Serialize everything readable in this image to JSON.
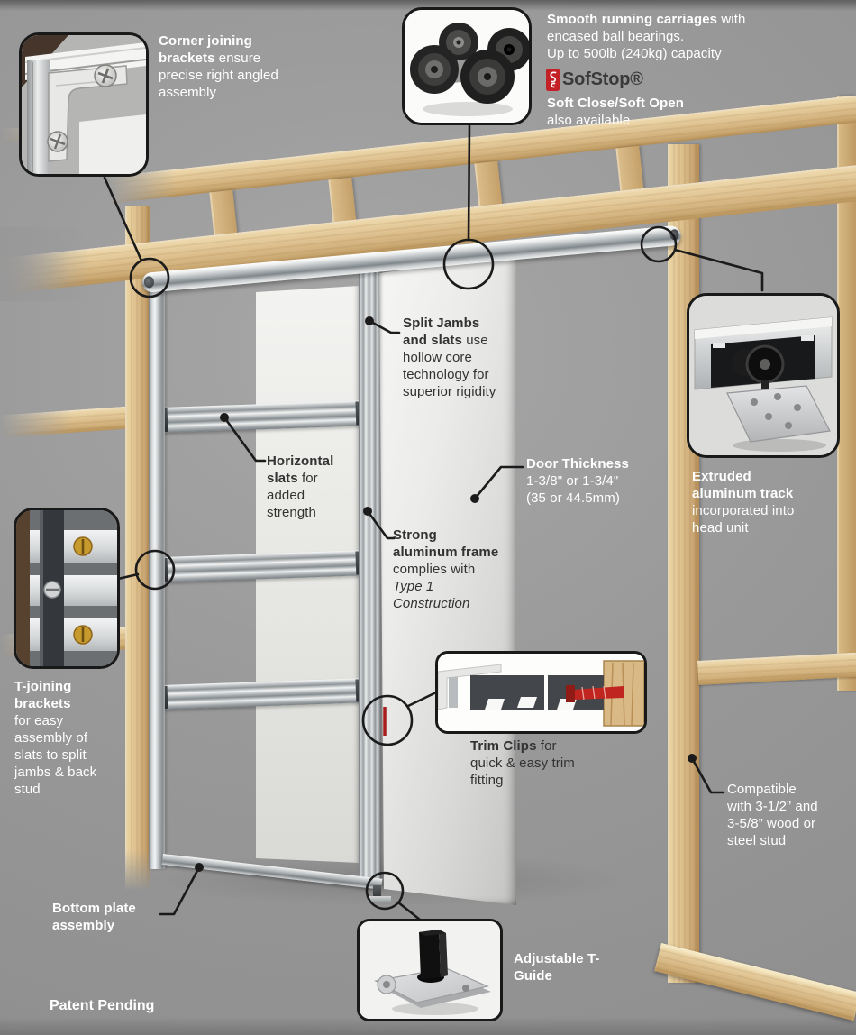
{
  "colors": {
    "background_gray": "#989898",
    "wood": "#ddc08e",
    "aluminum": "#b6babc",
    "light_text": "#ffffff",
    "dark_text": "#323232",
    "sofstop_red": "#c42127",
    "annotation_line": "#1b1b1b",
    "trim_clip_red_mark": "#a61e1e"
  },
  "callouts": {
    "corner_joining": {
      "segments": [
        {
          "text": "Corner joining brackets",
          "bold": true
        },
        {
          "text": " ensure precise right angled assembly"
        }
      ]
    },
    "carriages": {
      "segments": [
        {
          "text": "Smooth running carriages",
          "bold": true
        },
        {
          "text": " with encased ball bearings."
        },
        {
          "text": "Up to 500lb (240kg) capacity",
          "newline": true
        }
      ]
    },
    "extruded_track": {
      "segments": [
        {
          "text": "Extruded aluminum track",
          "bold": true
        },
        {
          "text": " incorporated into head unit"
        }
      ]
    },
    "split_jambs": {
      "segments": [
        {
          "text": "Split Jambs and slats",
          "bold": true
        },
        {
          "text": " use hollow core technology for superior rigidity"
        }
      ]
    },
    "door_thickness": {
      "segments": [
        {
          "text": "Door Thickness",
          "bold": true
        },
        {
          "text": "1-3/8\" or 1-3/4\"",
          "newline": true
        },
        {
          "text": "(35 or 44.5mm)",
          "newline": true
        }
      ]
    },
    "horizontal_slats": {
      "segments": [
        {
          "text": "Horizontal slats",
          "bold": true
        },
        {
          "text": " for added strength"
        }
      ]
    },
    "aluminum_frame": {
      "segments": [
        {
          "text": "Strong aluminum frame",
          "bold": true
        },
        {
          "text": " complies with "
        },
        {
          "text": "Type 1 Construction",
          "italic": true
        }
      ]
    },
    "t_joining": {
      "segments": [
        {
          "text": "T-joining brackets",
          "bold": true
        },
        {
          "text": "for easy assembly of slats to split jambs & back stud",
          "newline": true
        }
      ]
    },
    "trim_clips": {
      "segments": [
        {
          "text": "Trim Clips",
          "bold": true
        },
        {
          "text": " for quick & easy trim fitting"
        }
      ]
    },
    "compatible": {
      "text": "Compatible with 3-1/2” and 3-5/8” wood or steel stud"
    },
    "bottom_plate": {
      "text": "Bottom plate assembly"
    },
    "t_guide": {
      "text": "Adjustable T-Guide"
    }
  },
  "sofstop": {
    "brand": "SofStop®",
    "segments": [
      {
        "text": "Soft Close/Soft Open",
        "bold": true
      },
      {
        "text": "also available",
        "newline": true
      }
    ]
  },
  "footer": {
    "patent": "Patent Pending"
  }
}
